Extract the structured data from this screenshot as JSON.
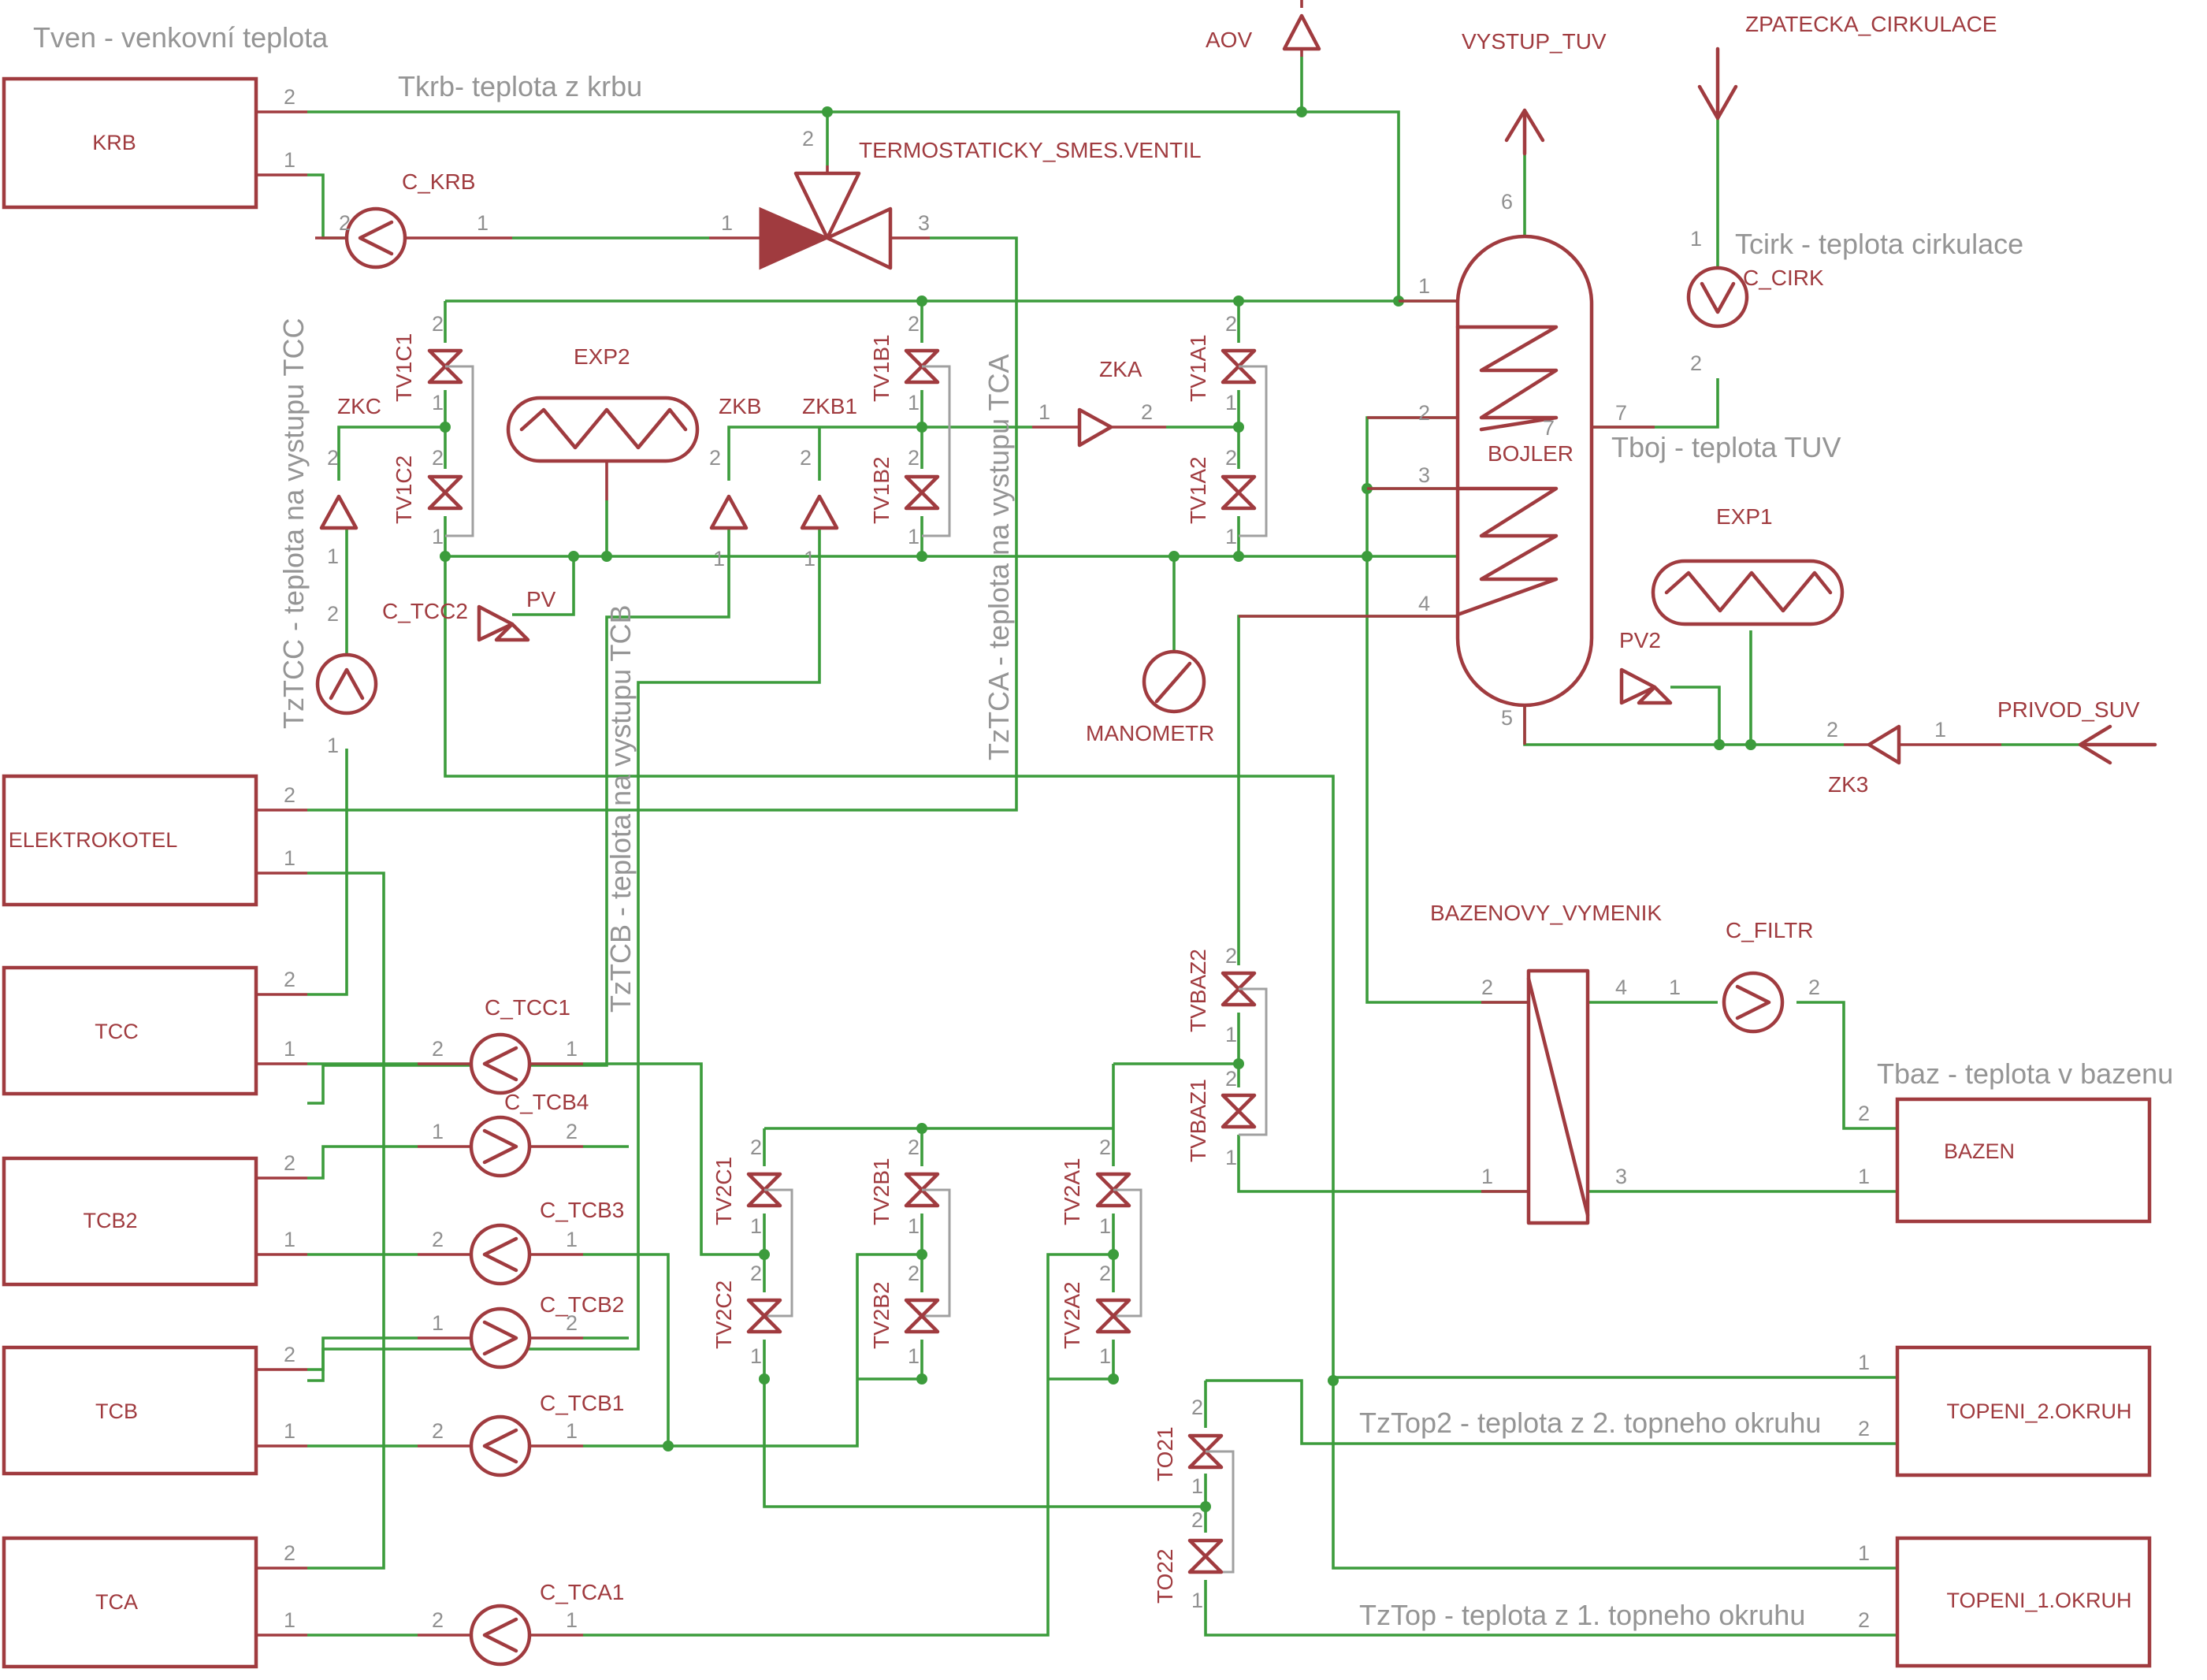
{
  "notes": {
    "tven": "Tven - venkovní teplota",
    "tkrb": "Tkrb- teplota z krbu",
    "tcirk": "Tcirk - teplota cirkulace",
    "tboj": "Tboj - teplota TUV",
    "tbaz": "Tbaz - teplota v bazenu",
    "tztop2": "TzTop2 - teplota z 2. topneho okruhu",
    "tztop": "TzTop - teplota z 1. topneho okruhu",
    "tztcc": "TzTCC - teplota na vystupu TCC",
    "tztcb": "TzTCB - teplota na vystupu TCB",
    "tztca": "TzTCA - teplota na vystupu TCA"
  },
  "blocks": {
    "krb": "KRB",
    "elektrokotel": "ELEKTROKOTEL",
    "tcc": "TCC",
    "tcb2": "TCB2",
    "tcb": "TCB",
    "tca": "TCA",
    "bazen": "BAZEN",
    "topeni2": "TOPENI_2.OKRUH",
    "topeni1": "TOPENI_1.OKRUH"
  },
  "components": {
    "aov": "AOV",
    "vystup_tuv": "VYSTUP_TUV",
    "zpatecka": "ZPATECKA_CIRKULACE",
    "termo": "TERMOSTATICKY_SMES.VENTIL",
    "c_krb": "C_KRB",
    "c_cirk": "C_CIRK",
    "bojler": "BOJLER",
    "exp2": "EXP2",
    "exp1": "EXP1",
    "zkc": "ZKC",
    "zkb": "ZKB",
    "zkb1": "ZKB1",
    "zka": "ZKA",
    "zk3": "ZK3",
    "privod": "PRIVOD_SUV",
    "pv": "PV",
    "pv2": "PV2",
    "c_tcc2": "C_TCC2",
    "manometr": "MANOMETR",
    "bazenovy": "BAZENOVY_VYMENIK",
    "c_filtr": "C_FILTR",
    "c_tcc1": "C_TCC1",
    "c_tcb4": "C_TCB4",
    "c_tcb3": "C_TCB3",
    "c_tcb2": "C_TCB2",
    "c_tcb1": "C_TCB1",
    "c_tca1": "C_TCA1",
    "tv1c1": "TV1C1",
    "tv1c2": "TV1C2",
    "tv1b1": "TV1B1",
    "tv1b2": "TV1B2",
    "tv1a1": "TV1A1",
    "tv1a2": "TV1A2",
    "tvbaz2": "TVBAZ2",
    "tvbaz1": "TVBAZ1",
    "tv2c1": "TV2C1",
    "tv2c2": "TV2C2",
    "tv2b1": "TV2B1",
    "tv2b2": "TV2B2",
    "tv2a1": "TV2A1",
    "tv2a2": "TV2A2",
    "to21": "TO21",
    "to22": "TO22"
  },
  "pin_numbers": [
    "1",
    "2",
    "3",
    "4",
    "5",
    "6",
    "7"
  ],
  "colors": {
    "component": "#a03b3f",
    "wire": "#3c9c3c",
    "annotation": "#959595"
  }
}
